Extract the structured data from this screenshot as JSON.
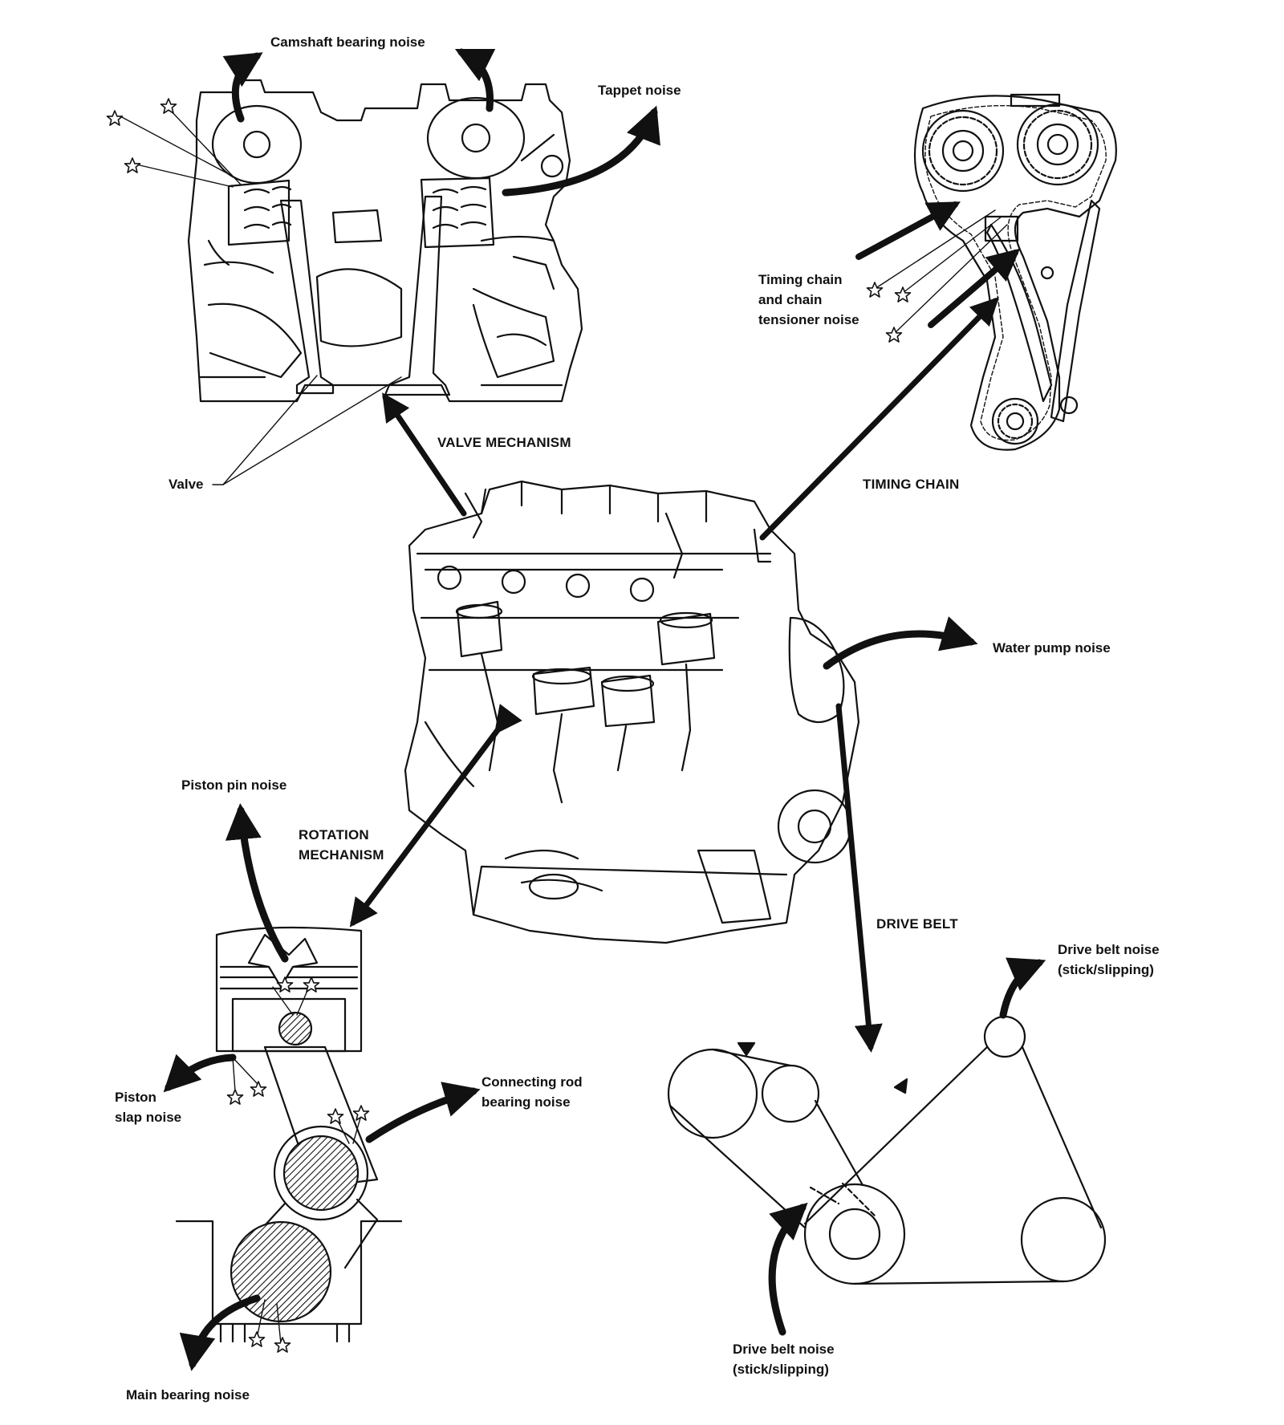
{
  "labels": {
    "camshaft": "Camshaft bearing noise",
    "tappet": "Tappet noise",
    "valve": "Valve",
    "valve_mechanism": "VALVE MECHANISM",
    "timing_chain_noise_1": "Timing chain",
    "timing_chain_noise_2": "and chain",
    "timing_chain_noise_3": "tensioner noise",
    "timing_chain": "TIMING CHAIN",
    "water_pump": "Water pump noise",
    "piston_pin": "Piston pin noise",
    "rotation_1": "ROTATION",
    "rotation_2": "MECHANISM",
    "drive_belt": "DRIVE BELT",
    "belt_noise_top_1": "Drive belt noise",
    "belt_noise_top_2": "(stick/slipping)",
    "piston_slap_1": "Piston",
    "piston_slap_2": "slap noise",
    "conrod_1": "Connecting rod",
    "conrod_2": "bearing noise",
    "belt_noise_bottom_1": "Drive belt noise",
    "belt_noise_bottom_2": "(stick/slipping)",
    "main_bearing": "Main bearing noise"
  },
  "colors": {
    "ink": "#111111",
    "paper": "#ffffff"
  }
}
